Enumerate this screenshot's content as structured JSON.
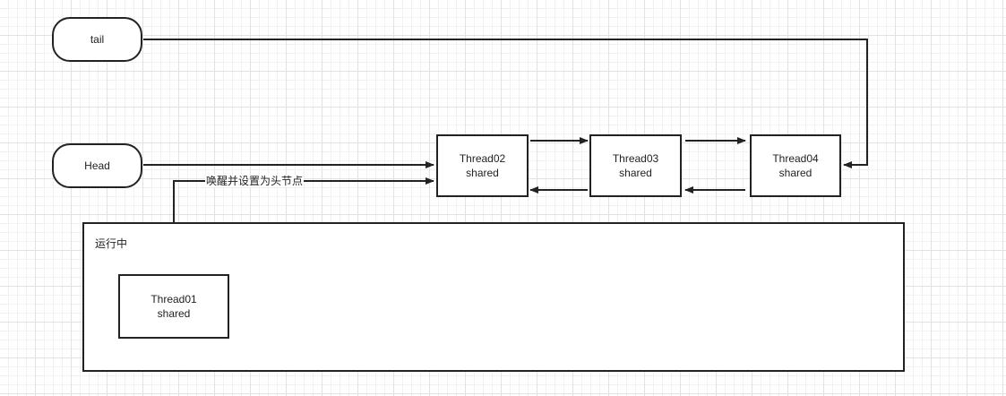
{
  "diagram": {
    "tail_label": "tail",
    "head_label": "Head",
    "thread02": {
      "name": "Thread02",
      "mode": "shared"
    },
    "thread03": {
      "name": "Thread03",
      "mode": "shared"
    },
    "thread04": {
      "name": "Thread04",
      "mode": "shared"
    },
    "thread01": {
      "name": "Thread01",
      "mode": "shared"
    },
    "running_group_label": "运行中",
    "wake_edge_label": "唤醒并设置为头节点"
  }
}
